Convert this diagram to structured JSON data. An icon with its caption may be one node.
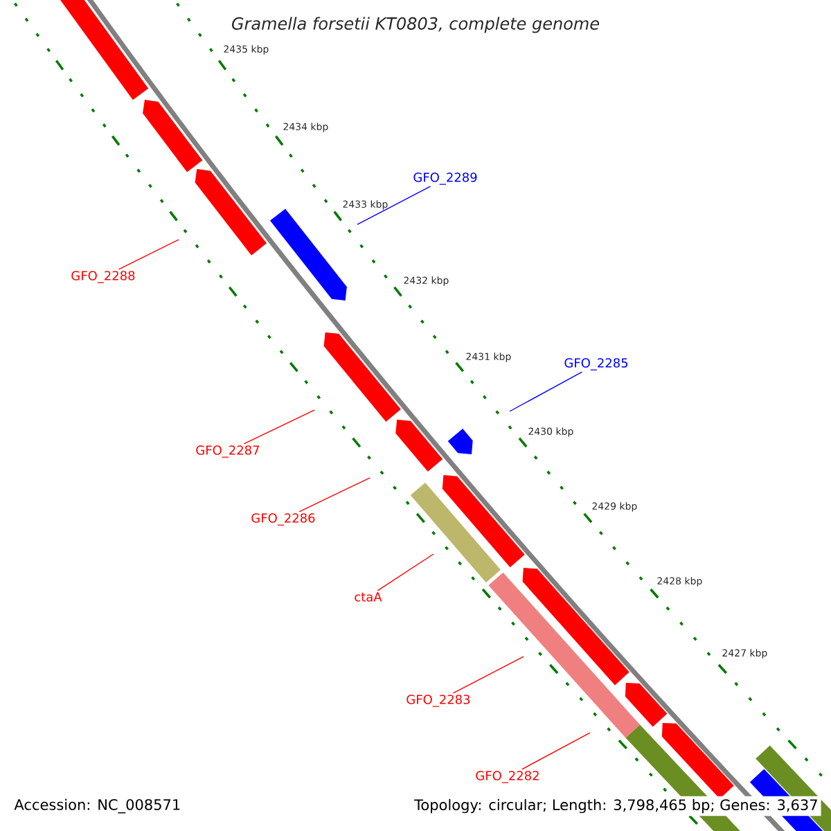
{
  "diagram": {
    "title": "Gramella forsetii KT0803, complete genome",
    "nodes": [
      {
        "text": [
          "GFO_2289"
        ]
      },
      {
        "text": [
          "GFO_2288"
        ]
      },
      {
        "text": [
          "GFO_2285"
        ]
      },
      {
        "text": [
          "GFO_2287"
        ]
      },
      {
        "text": [
          "GFO_2286"
        ]
      },
      {
        "text": [
          "ctaA"
        ]
      },
      {
        "text": [
          "GFO_2283"
        ]
      },
      {
        "text": [
          "GFO_2282"
        ]
      }
    ],
    "edges": [
      {
        "from": 0,
        "to": null,
        "arrow": "none",
        "color": "#0000ff"
      },
      {
        "from": 1,
        "to": null,
        "arrow": "none"
      },
      {
        "from": 2,
        "to": null,
        "arrow": "none",
        "color": "#0000ff"
      },
      {
        "from": 3,
        "to": null,
        "arrow": "none"
      },
      {
        "from": 4,
        "to": null,
        "arrow": "none"
      },
      {
        "from": 5,
        "to": null,
        "arrow": "none"
      },
      {
        "from": 6,
        "to": null,
        "arrow": "none"
      },
      {
        "from": 7,
        "to": null,
        "arrow": "none"
      }
    ],
    "labels": [
      "2435 kbp",
      "2434 kbp",
      "2433 kbp",
      "2432 kbp",
      "2431 kbp",
      "2430 kbp",
      "2429 kbp",
      "2428 kbp",
      "2427 kbp",
      "Accession: NC_008571",
      "Topology: circular; Length: 3,798,465 bp; Genes: 3,637"
    ]
  }
}
